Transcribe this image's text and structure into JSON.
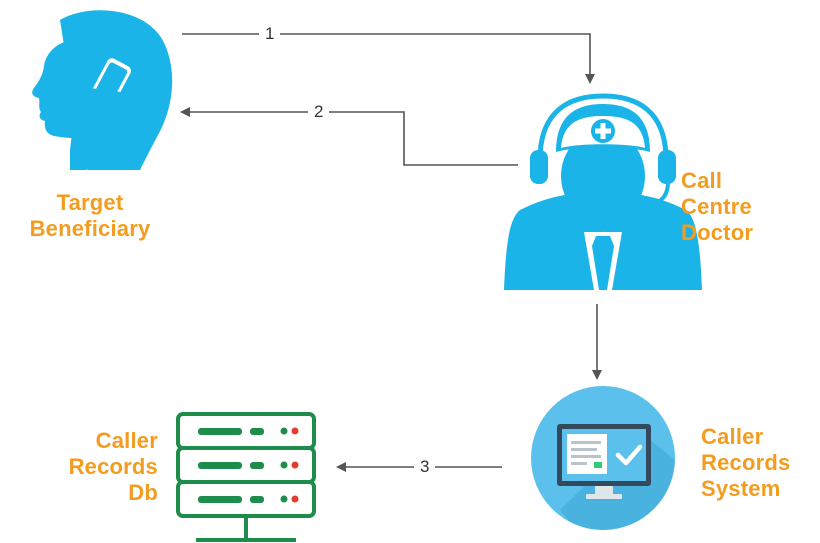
{
  "nodes": {
    "beneficiary": {
      "lines": [
        "Target",
        "Beneficiary"
      ]
    },
    "doctor": {
      "lines": [
        "Call",
        "Centre",
        "Doctor"
      ]
    },
    "system": {
      "lines": [
        "Caller",
        "Records",
        "System"
      ]
    },
    "db": {
      "lines": [
        "Caller",
        "Records",
        "Db"
      ]
    }
  },
  "edges": {
    "e1": {
      "label": "1"
    },
    "e2": {
      "label": "2"
    },
    "e3": {
      "label": "3"
    }
  },
  "colors": {
    "person": "#1ab4e8",
    "label": "#f39c1f",
    "arrow": "#555555",
    "server": "#1e8c4a",
    "system_circle": "#5bc0eb",
    "server_red": "#e33b2e"
  },
  "icons": {
    "beneficiary": "woman-on-phone-icon",
    "doctor": "doctor-headset-icon",
    "system": "monitor-check-icon",
    "db": "server-rack-icon"
  }
}
